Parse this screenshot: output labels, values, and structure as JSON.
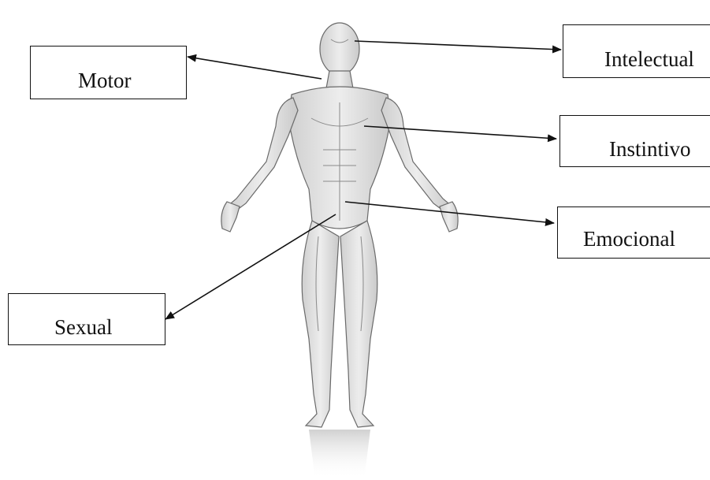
{
  "labels": {
    "motor": "Motor",
    "intelectual": "Intelectual",
    "instintivo": "Instintivo",
    "emocional": "Emocional",
    "sexual": "Sexual"
  },
  "figure": {
    "subject": "human-muscular-anatomy-figure",
    "fill": "#e2e2e2",
    "stroke": "#6a6a6a"
  },
  "colors": {
    "ink": "#111111",
    "background": "#ffffff"
  }
}
